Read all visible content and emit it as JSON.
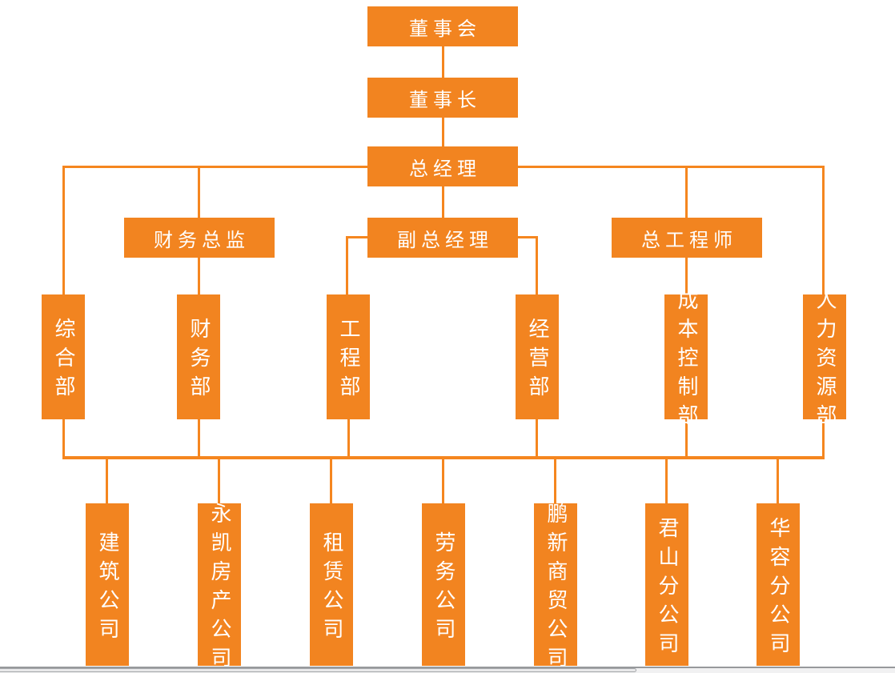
{
  "palette": {
    "box_orange": "#f28420",
    "line_orange": "#f5861f",
    "text_white": "#ffffff",
    "bottom_rule_gray": "#97999c"
  },
  "org": {
    "top_chain": [
      {
        "id": "board",
        "label": "董事会"
      },
      {
        "id": "chairman",
        "label": "董事长"
      },
      {
        "id": "general-manager",
        "label": "总经理"
      }
    ],
    "managers": [
      {
        "id": "finance-director",
        "label": "财务总监"
      },
      {
        "id": "deputy-general-manager",
        "label": "副总经理"
      },
      {
        "id": "chief-engineer",
        "label": "总工程师"
      }
    ],
    "departments": [
      {
        "label": "综合部"
      },
      {
        "label": "财务部"
      },
      {
        "label": "工程部"
      },
      {
        "label": "经营部"
      },
      {
        "label": "成本控制部"
      },
      {
        "label": "人力资源部"
      }
    ],
    "companies": [
      {
        "label": "建筑公司"
      },
      {
        "label": "永凯房产公司"
      },
      {
        "label": "租赁公司"
      },
      {
        "label": "劳务公司"
      },
      {
        "label": "鹏新商贸公司"
      },
      {
        "label": "君山分公司"
      },
      {
        "label": "华容分公司"
      }
    ]
  }
}
